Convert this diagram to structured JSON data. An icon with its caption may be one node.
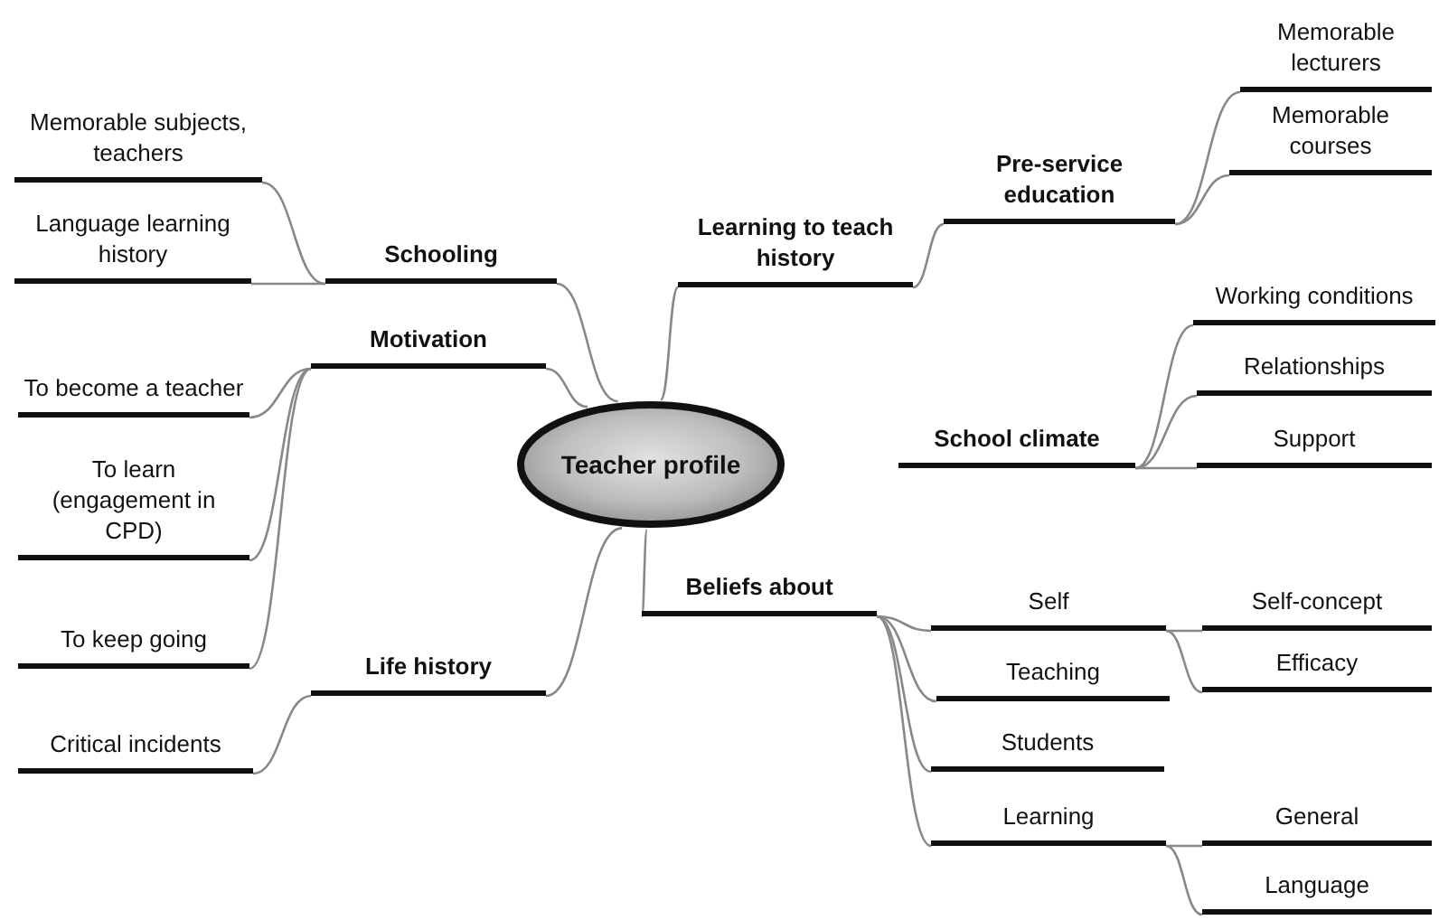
{
  "diagram": {
    "nodes": [
      {
        "text": [
          "Teacher profile"
        ]
      },
      {
        "text": [
          "Schooling"
        ]
      },
      {
        "text": [
          "Memorable subjects, teachers"
        ]
      },
      {
        "text": [
          "Language learning history"
        ]
      },
      {
        "text": [
          "Motivation"
        ]
      },
      {
        "text": [
          "To become a teacher"
        ]
      },
      {
        "text": [
          "To learn (engagement in CPD)"
        ]
      },
      {
        "text": [
          "To keep going"
        ]
      },
      {
        "text": [
          "Life history"
        ]
      },
      {
        "text": [
          "Critical incidents"
        ]
      },
      {
        "text": [
          "Learning to teach history"
        ]
      },
      {
        "text": [
          "Pre-service education"
        ]
      },
      {
        "text": [
          "Memorable lecturers"
        ]
      },
      {
        "text": [
          "Memorable courses"
        ]
      },
      {
        "text": [
          "School climate"
        ]
      },
      {
        "text": [
          "Working conditions"
        ]
      },
      {
        "text": [
          "Relationships"
        ]
      },
      {
        "text": [
          "Support"
        ]
      },
      {
        "text": [
          "Beliefs about"
        ]
      },
      {
        "text": [
          "Self"
        ]
      },
      {
        "text": [
          "Teaching"
        ]
      },
      {
        "text": [
          "Students"
        ]
      },
      {
        "text": [
          "Learning"
        ]
      },
      {
        "text": [
          "Self-concept"
        ]
      },
      {
        "text": [
          "Efficacy"
        ]
      },
      {
        "text": [
          "General"
        ]
      },
      {
        "text": [
          "Language"
        ]
      }
    ],
    "edges": [
      {
        "from": 0,
        "to": 1,
        "arrow": "none"
      },
      {
        "from": 1,
        "to": 2,
        "arrow": "none"
      },
      {
        "from": 1,
        "to": 3,
        "arrow": "none"
      },
      {
        "from": 0,
        "to": 4,
        "arrow": "none"
      },
      {
        "from": 4,
        "to": 5,
        "arrow": "none"
      },
      {
        "from": 4,
        "to": 6,
        "arrow": "none"
      },
      {
        "from": 4,
        "to": 7,
        "arrow": "none"
      },
      {
        "from": 0,
        "to": 8,
        "arrow": "none"
      },
      {
        "from": 8,
        "to": 9,
        "arrow": "none"
      },
      {
        "from": 0,
        "to": 10,
        "arrow": "none"
      },
      {
        "from": 10,
        "to": 11,
        "arrow": "none"
      },
      {
        "from": 11,
        "to": 12,
        "arrow": "none"
      },
      {
        "from": 11,
        "to": 13,
        "arrow": "none"
      },
      {
        "from": 14,
        "to": 15,
        "arrow": "none"
      },
      {
        "from": 14,
        "to": 16,
        "arrow": "none"
      },
      {
        "from": 14,
        "to": 17,
        "arrow": "none"
      },
      {
        "from": 0,
        "to": 18,
        "arrow": "none"
      },
      {
        "from": 18,
        "to": 19,
        "arrow": "none"
      },
      {
        "from": 18,
        "to": 20,
        "arrow": "none"
      },
      {
        "from": 18,
        "to": 21,
        "arrow": "none"
      },
      {
        "from": 18,
        "to": 22,
        "arrow": "none"
      },
      {
        "from": 19,
        "to": 23,
        "arrow": "none"
      },
      {
        "from": 19,
        "to": 24,
        "arrow": "none"
      },
      {
        "from": 22,
        "to": 25,
        "arrow": "none"
      },
      {
        "from": 22,
        "to": 26,
        "arrow": "none"
      }
    ]
  }
}
